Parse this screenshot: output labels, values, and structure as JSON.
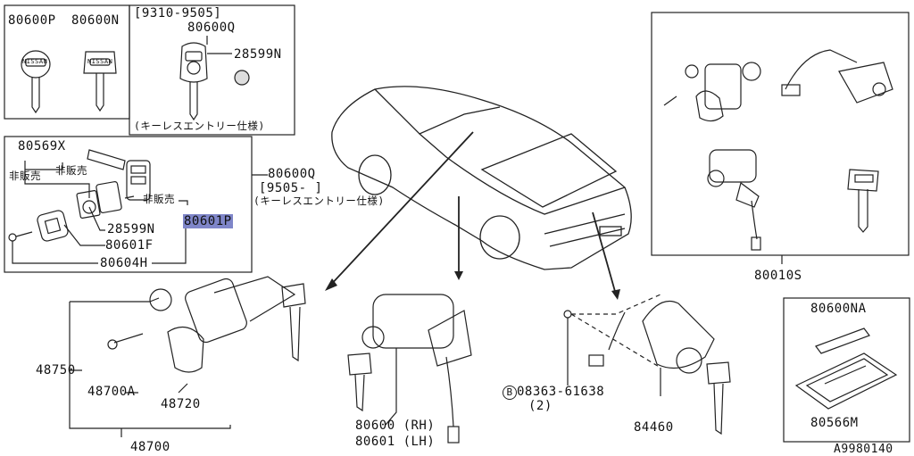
{
  "keys_box": {
    "label_left": "80600P",
    "label_right": "80600N",
    "key_text": "NISSAN"
  },
  "keyless_box": {
    "date_range": "[9310-9505]",
    "part_q": "80600Q",
    "part_n": "28599N",
    "note": "(キーレスエントリー仕様)"
  },
  "transmitter_box": {
    "part_x": "80569X",
    "not_for_sale_1": "非販売",
    "not_for_sale_2": "非販売",
    "not_for_sale_3": "非販売",
    "part_n": "28599N",
    "part_f": "80601F",
    "part_h": "80604H",
    "part_p": "80601P"
  },
  "transmitter_callout": {
    "part_q": "80600Q",
    "date_range": "[9505-    ]",
    "note": "(キーレスエントリー仕様)"
  },
  "kit_box": {
    "part": "80010S"
  },
  "card_box": {
    "part_na": "80600NA",
    "part_m": "80566M"
  },
  "steering_lock": {
    "p48750": "48750",
    "p48700a": "48700A",
    "p48720": "48720",
    "p48700": "48700"
  },
  "door_lock": {
    "rh": "80600 (RH)",
    "lh": "80601 (LH)"
  },
  "trunk_lock": {
    "bolt_symbol": "B",
    "bolt": "08363-61638",
    "bolt_qty": "(2)",
    "cylinder": "84460"
  },
  "diagram_id": "A9980140"
}
